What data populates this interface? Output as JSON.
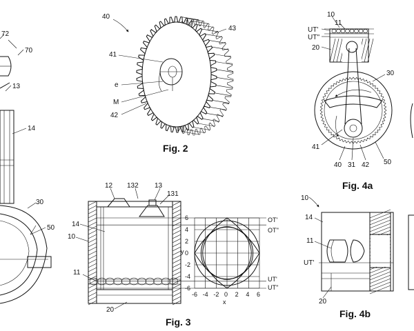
{
  "fig1_partial": {
    "labels": [
      "72",
      "70",
      "13",
      "14",
      "30",
      "50"
    ]
  },
  "fig2": {
    "caption": "Fig. 2",
    "labels": {
      "l40": "40",
      "l43": "43",
      "l41": "41",
      "le": "e",
      "lM": "M",
      "l42": "42"
    },
    "teeth": 46
  },
  "fig3": {
    "caption": "Fig. 3",
    "labels": {
      "l12": "12",
      "l132": "132",
      "l13": "13",
      "l131": "131",
      "l14": "14",
      "l10": "10",
      "l11": "11",
      "l20": "20"
    },
    "plot": {
      "y_ticks": [
        "6",
        "4",
        "2",
        "0",
        "-2",
        "-4",
        "-6"
      ],
      "x_ticks": [
        "-6",
        "-4",
        "-2",
        "0",
        "2",
        "4",
        "6"
      ],
      "xlabel": "x",
      "ylabel": "y",
      "right_labels": [
        "OT'",
        "OT''",
        "UT'",
        "UT''"
      ]
    }
  },
  "fig4a": {
    "caption": "Fig. 4a",
    "labels": {
      "l10": "10",
      "l11": "11",
      "lUT1": "UT'",
      "lUT2": "UT''",
      "l20": "20",
      "l30": "30",
      "l41": "41",
      "l40": "40",
      "l31": "31",
      "l42": "42",
      "l50": "50"
    }
  },
  "fig4b": {
    "caption": "Fig. 4b",
    "labels": {
      "l10": "10",
      "l14": "14",
      "l11": "11",
      "lUT": "UT'",
      "l20": "20"
    }
  }
}
